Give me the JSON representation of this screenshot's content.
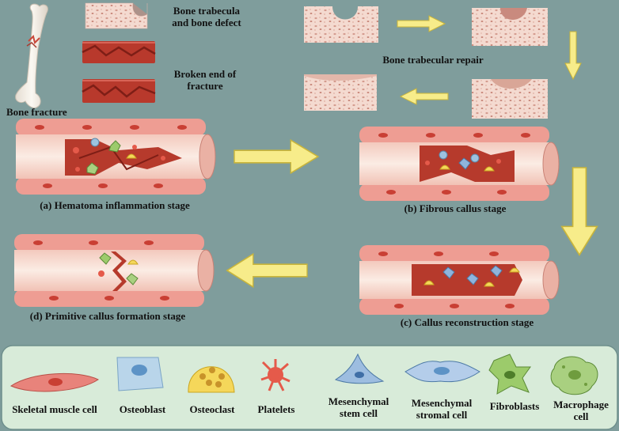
{
  "top": {
    "bone_fracture_label": "Bone fracture",
    "trabecula_label_line1": "Bone trabecula",
    "trabecula_label_line2": "and bone defect",
    "broken_end_label_line1": "Broken end of",
    "broken_end_label_line2": "fracture",
    "repair_label": "Bone trabecular repair"
  },
  "stages": [
    {
      "id": "a",
      "label": "(a) Hematoma inflammation stage"
    },
    {
      "id": "b",
      "label": "(b) Fibrous callus stage"
    },
    {
      "id": "c",
      "label": "(c) Callus reconstruction stage"
    },
    {
      "id": "d",
      "label": "(d) Primitive callus formation stage"
    }
  ],
  "legend": {
    "items": [
      {
        "line1": "Skeletal muscle cell",
        "line2": "",
        "icon": "skeletal-muscle-cell-icon",
        "color": "#e8837b"
      },
      {
        "line1": "Osteoblast",
        "line2": "",
        "icon": "osteoblast-icon",
        "color": "#9dc3e0"
      },
      {
        "line1": "Osteoclast",
        "line2": "",
        "icon": "osteoclast-icon",
        "color": "#f5d75a"
      },
      {
        "line1": "Platelets",
        "line2": "",
        "icon": "platelet-icon",
        "color": "#e55a4a"
      },
      {
        "line1": "Mesenchymal",
        "line2": "stem cell",
        "icon": "mesenchymal-stem-cell-icon",
        "color": "#8fb4dc"
      },
      {
        "line1": "Mesenchymal",
        "line2": "stromal cell",
        "icon": "mesenchymal-stromal-cell-icon",
        "color": "#9dbde0"
      },
      {
        "line1": "Fibroblasts",
        "line2": "",
        "icon": "fibroblast-icon",
        "color": "#9ccb6b"
      },
      {
        "line1": "Macrophage",
        "line2": "cell",
        "icon": "macrophage-icon",
        "color": "#a9d080"
      }
    ]
  },
  "colors": {
    "background": "#7f9d9c",
    "legend_bg": "#d8ebd9",
    "arrow_fill": "#f7ec8a",
    "bone_tissue": "#f2d7cc",
    "vessel_outer": "#f0b7ad",
    "hematoma": "#b63a2c"
  }
}
